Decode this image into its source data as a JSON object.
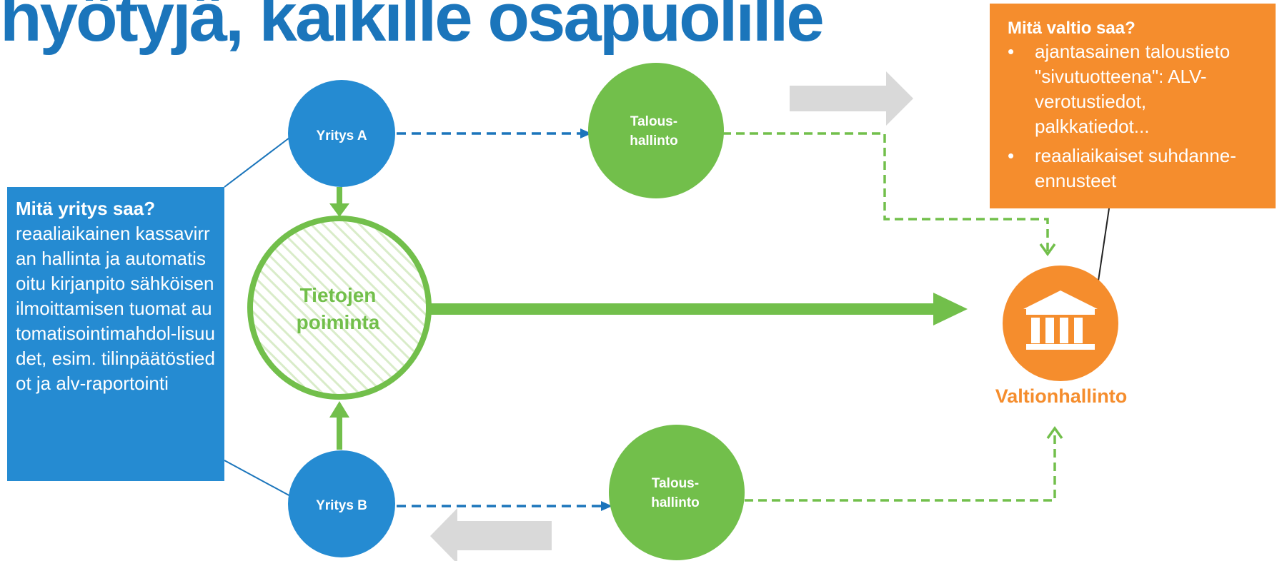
{
  "title": "hyötyjä, kaikille osapuolille",
  "nodes": {
    "yritys_a": "Yritys A",
    "yritys_b": "Yritys B",
    "talous_a_line1": "Talous-",
    "talous_a_line2": "hallinto",
    "talous_b_line1": "Talous-",
    "talous_b_line2": "hallinto",
    "tietojen_line1": "Tietojen",
    "tietojen_line2": "poiminta",
    "valtionhallinto": "Valtionhallinto"
  },
  "company_box": {
    "heading": "Mitä yritys saa?",
    "body": "reaaliaikainen kassavirran hallinta ja automatisoitu kirjanpito sähköisen ilmoittamisen tuomat automatisointimahdol-lisuudet, esim. tilinpäätöstiedot ja alv-raportointi"
  },
  "state_box": {
    "heading": "Mitä valtio saa?",
    "bullet": "•",
    "items": [
      "ajantasainen taloustieto \"sivutuotteena\": ALV-verotustiedot, palkkatiedot...",
      "reaaliaikaiset suhdanne-ennusteet"
    ]
  },
  "icons": {
    "government": "government-building-icon"
  },
  "colors": {
    "blue": "#258bd2",
    "dark_blue": "#1b75bb",
    "green": "#72bf4b",
    "orange": "#f58d2d",
    "gray_arrow": "#d9d9d9"
  }
}
